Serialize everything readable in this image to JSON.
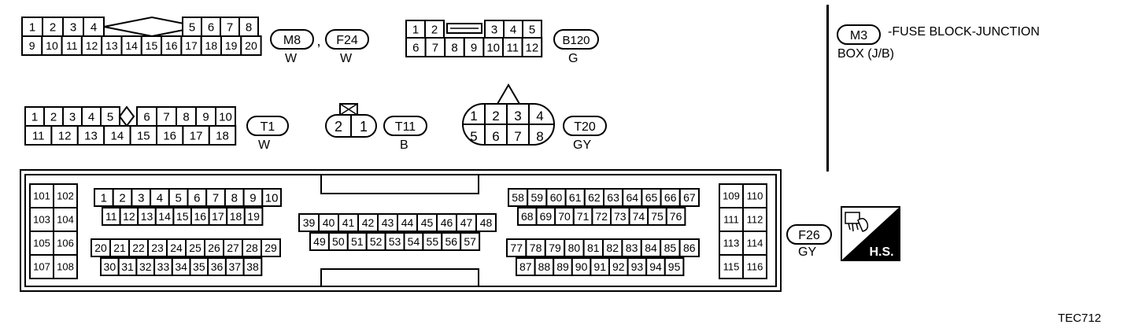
{
  "connectors": {
    "m8_f24": {
      "row1_left": [
        "1",
        "2",
        "3",
        "4"
      ],
      "row1_right": [
        "5",
        "6",
        "7",
        "8"
      ],
      "row2": [
        "9",
        "10",
        "11",
        "12",
        "13",
        "14",
        "15",
        "16",
        "17",
        "18",
        "19",
        "20"
      ]
    },
    "b120": {
      "row1_left": [
        "1",
        "2"
      ],
      "row1_right": [
        "3",
        "4",
        "5"
      ],
      "row2": [
        "6",
        "7",
        "8",
        "9",
        "10",
        "11",
        "12"
      ]
    },
    "t1": {
      "row1_left": [
        "1",
        "2",
        "3",
        "4",
        "5"
      ],
      "row1_right": [
        "6",
        "7",
        "8",
        "9",
        "10"
      ],
      "row2": [
        "11",
        "12",
        "13",
        "14",
        "15",
        "16",
        "17",
        "18"
      ]
    },
    "t11": {
      "pins": [
        "2",
        "1"
      ]
    },
    "t20": {
      "row1": [
        "1",
        "2",
        "3",
        "4"
      ],
      "row2": [
        "5",
        "6",
        "7",
        "8"
      ]
    },
    "f26": {
      "left_pairs": [
        [
          "101",
          "102"
        ],
        [
          "103",
          "104"
        ],
        [
          "105",
          "106"
        ],
        [
          "107",
          "108"
        ]
      ],
      "right_pairs": [
        [
          "109",
          "110"
        ],
        [
          "111",
          "112"
        ],
        [
          "113",
          "114"
        ],
        [
          "115",
          "116"
        ]
      ],
      "g1_row1": [
        "1",
        "2",
        "3",
        "4",
        "5",
        "6",
        "7",
        "8",
        "9",
        "10"
      ],
      "g1_row2": [
        "11",
        "12",
        "13",
        "14",
        "15",
        "16",
        "17",
        "18",
        "19"
      ],
      "g1_row3": [
        "20",
        "21",
        "22",
        "23",
        "24",
        "25",
        "26",
        "27",
        "28",
        "29"
      ],
      "g1_row4": [
        "30",
        "31",
        "32",
        "33",
        "34",
        "35",
        "36",
        "37",
        "38"
      ],
      "g2_row1": [
        "39",
        "40",
        "41",
        "42",
        "43",
        "44",
        "45",
        "46",
        "47",
        "48"
      ],
      "g2_row2": [
        "49",
        "50",
        "51",
        "52",
        "53",
        "54",
        "55",
        "56",
        "57"
      ],
      "g3_row1": [
        "58",
        "59",
        "60",
        "61",
        "62",
        "63",
        "64",
        "65",
        "66",
        "67"
      ],
      "g3_row2": [
        "68",
        "69",
        "70",
        "71",
        "72",
        "73",
        "74",
        "75",
        "76"
      ],
      "g3_row3": [
        "77",
        "78",
        "79",
        "80",
        "81",
        "82",
        "83",
        "84",
        "85",
        "86"
      ],
      "g3_row4": [
        "87",
        "88",
        "89",
        "90",
        "91",
        "92",
        "93",
        "94",
        "95"
      ]
    }
  },
  "tags": {
    "m8": "M8",
    "comma": ",",
    "f24": "F24",
    "m8_color": "W",
    "f24_color": "W",
    "b120": "B120",
    "b120_color": "G",
    "t1": "T1",
    "t1_color": "W",
    "t11": "T11",
    "t11_color": "B",
    "t20": "T20",
    "t20_color": "GY",
    "f26": "F26",
    "f26_color": "GY",
    "m3": "M3"
  },
  "legend": {
    "line1": "-FUSE BLOCK-JUNCTION",
    "line2": "BOX (J/B)"
  },
  "hs_badge": "H.S.",
  "figure_code": "TEC712"
}
